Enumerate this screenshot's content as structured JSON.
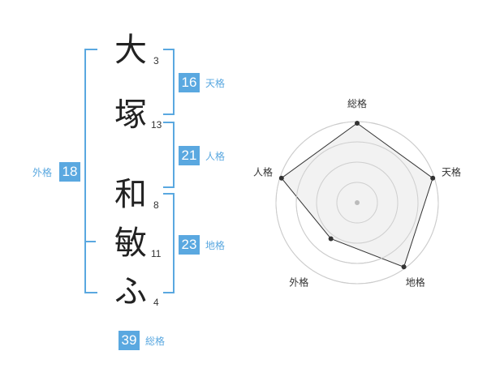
{
  "name": {
    "characters": [
      {
        "char": "大",
        "strokes": "3"
      },
      {
        "char": "塚",
        "strokes": "13"
      },
      {
        "char": "和",
        "strokes": "8"
      },
      {
        "char": "敏",
        "strokes": "11"
      },
      {
        "char": "ふ",
        "strokes": "4"
      }
    ]
  },
  "scores": {
    "tenkaku": {
      "value": "16",
      "label": "天格"
    },
    "jinkaku": {
      "value": "21",
      "label": "人格"
    },
    "chikaku": {
      "value": "23",
      "label": "地格"
    },
    "gaikaku": {
      "value": "18",
      "label": "外格"
    },
    "soukaku": {
      "value": "39",
      "label": "総格"
    }
  },
  "colors": {
    "accent": "#5aa8e0",
    "radar_fill": "#f0f0f0",
    "radar_stroke": "#333333",
    "grid": "#cccccc"
  },
  "chart_data": {
    "type": "radar",
    "axes": [
      "総格",
      "天格",
      "地格",
      "外格",
      "人格"
    ],
    "values": [
      0.98,
      0.98,
      0.98,
      0.55,
      0.98
    ],
    "range": [
      0,
      1
    ],
    "grid_rings": 4
  }
}
